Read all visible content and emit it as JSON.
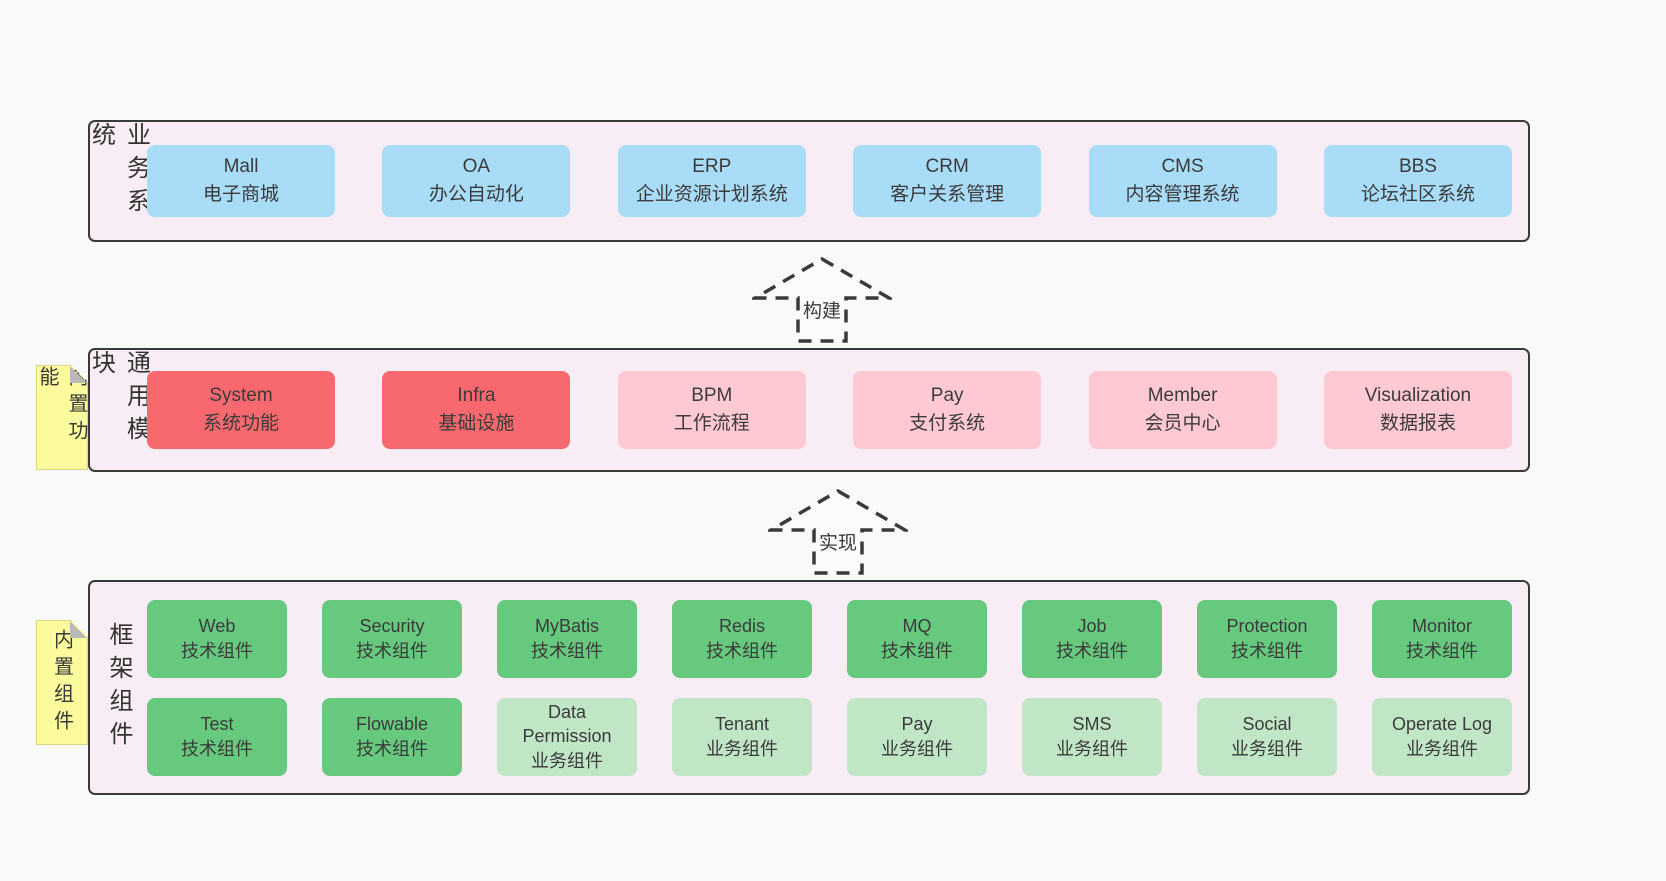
{
  "colors": {
    "page_bg": "#f9f9f9",
    "panel_bg": "#f8ecf5",
    "panel_border": "#3a3a3a",
    "blue": "#a9dcf7",
    "red": "#f7696e",
    "pink": "#ffc9d3",
    "green": "#66c97d",
    "light_green": "#c0e6c6",
    "note_yellow": "#fbfb9e",
    "note_fold_gray": "#b9b9b9",
    "text": "#3a3a3a"
  },
  "arrows": [
    {
      "label": "构建"
    },
    {
      "label": "实现"
    }
  ],
  "layers": {
    "business": {
      "label": "业务系统",
      "boxes": [
        {
          "title": "Mall",
          "subtitle": "电子商城",
          "variant": "blue"
        },
        {
          "title": "OA",
          "subtitle": "办公自动化",
          "variant": "blue"
        },
        {
          "title": "ERP",
          "subtitle": "企业资源计划系统",
          "variant": "blue"
        },
        {
          "title": "CRM",
          "subtitle": "客户关系管理",
          "variant": "blue"
        },
        {
          "title": "CMS",
          "subtitle": "内容管理系统",
          "variant": "blue"
        },
        {
          "title": "BBS",
          "subtitle": "论坛社区系统",
          "variant": "blue"
        }
      ]
    },
    "modules": {
      "label": "通用模块",
      "note_text": "内置功能",
      "boxes": [
        {
          "title": "System",
          "subtitle": "系统功能",
          "variant": "red"
        },
        {
          "title": "Infra",
          "subtitle": "基础设施",
          "variant": "red"
        },
        {
          "title": "BPM",
          "subtitle": "工作流程",
          "variant": "pink"
        },
        {
          "title": "Pay",
          "subtitle": "支付系统",
          "variant": "pink"
        },
        {
          "title": "Member",
          "subtitle": "会员中心",
          "variant": "pink"
        },
        {
          "title": "Visualization",
          "subtitle": "数据报表",
          "variant": "pink"
        }
      ]
    },
    "components": {
      "label": "框架组件",
      "note_text": "内置组件",
      "rows": [
        [
          {
            "title": "Web",
            "subtitle": "技术组件",
            "variant": "green"
          },
          {
            "title": "Security",
            "subtitle": "技术组件",
            "variant": "green"
          },
          {
            "title": "MyBatis",
            "subtitle": "技术组件",
            "variant": "green"
          },
          {
            "title": "Redis",
            "subtitle": "技术组件",
            "variant": "green"
          },
          {
            "title": "MQ",
            "subtitle": "技术组件",
            "variant": "green"
          },
          {
            "title": "Job",
            "subtitle": "技术组件",
            "variant": "green"
          },
          {
            "title": "Protection",
            "subtitle": "技术组件",
            "variant": "green"
          },
          {
            "title": "Monitor",
            "subtitle": "技术组件",
            "variant": "green"
          }
        ],
        [
          {
            "title": "Test",
            "subtitle": "技术组件",
            "variant": "green"
          },
          {
            "title": "Flowable",
            "subtitle": "技术组件",
            "variant": "green"
          },
          {
            "title": "Data Permission",
            "subtitle": "业务组件",
            "variant": "lightgreen"
          },
          {
            "title": "Tenant",
            "subtitle": "业务组件",
            "variant": "lightgreen"
          },
          {
            "title": "Pay",
            "subtitle": "业务组件",
            "variant": "lightgreen"
          },
          {
            "title": "SMS",
            "subtitle": "业务组件",
            "variant": "lightgreen"
          },
          {
            "title": "Social",
            "subtitle": "业务组件",
            "variant": "lightgreen"
          },
          {
            "title": "Operate Log",
            "subtitle": "业务组件",
            "variant": "lightgreen"
          }
        ]
      ]
    }
  }
}
